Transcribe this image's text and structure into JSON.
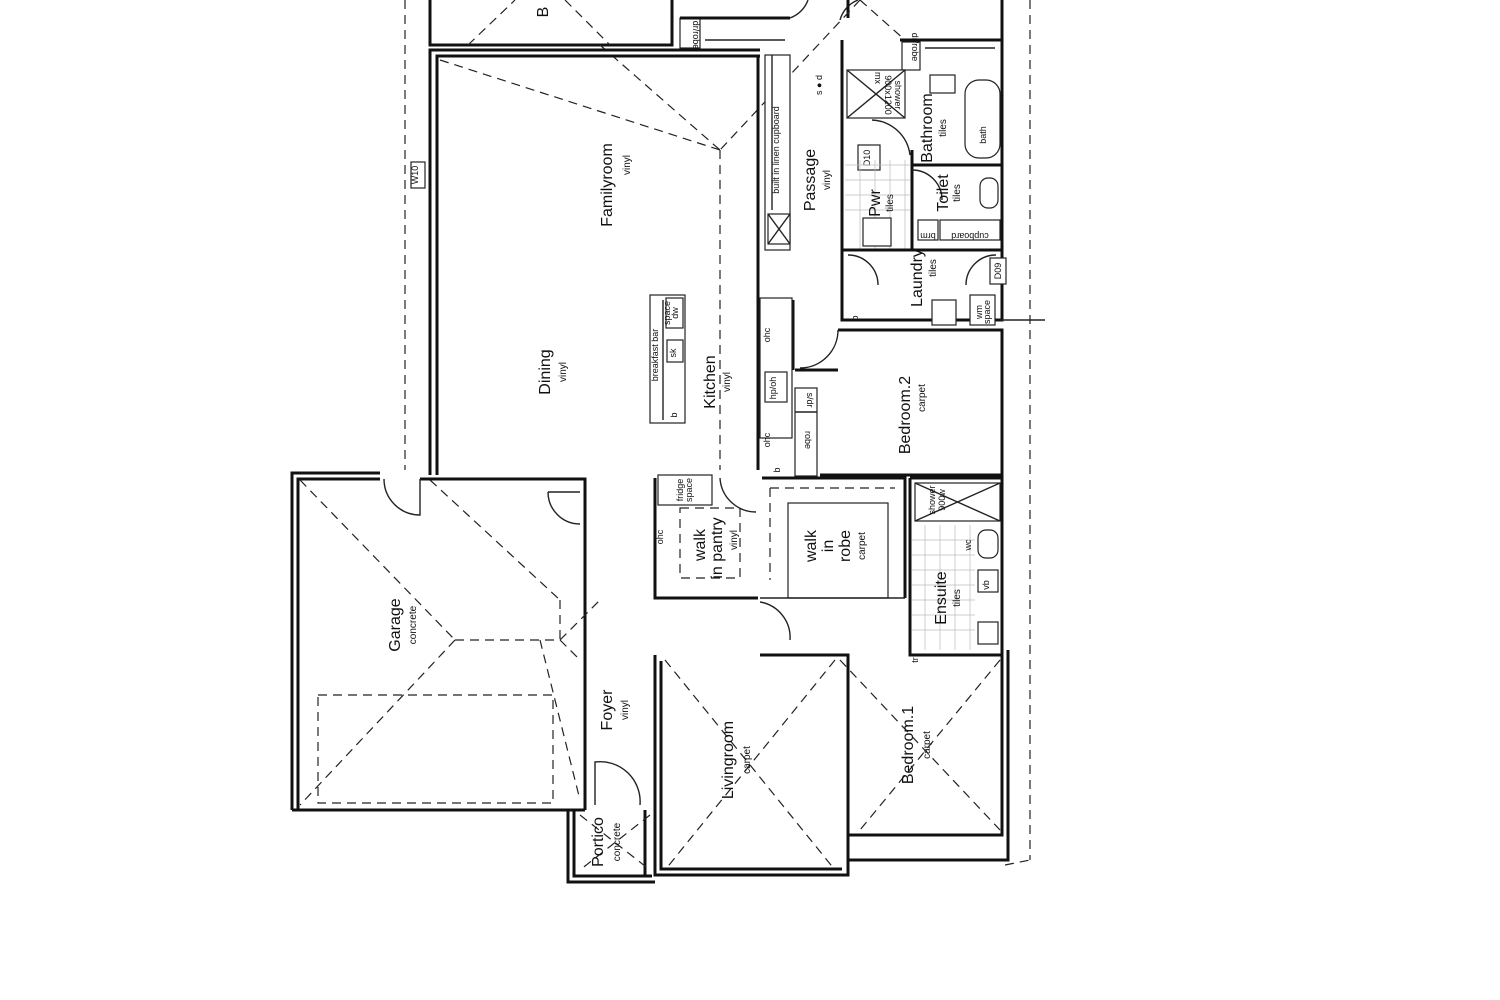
{
  "rooms": {
    "familyroom": {
      "name": "Familyroom",
      "finish": "vinyl"
    },
    "dining": {
      "name": "Dining",
      "finish": "vinyl"
    },
    "kitchen": {
      "name": "Kitchen",
      "finish": "vinyl"
    },
    "passage": {
      "name": "Passage",
      "finish": "vinyl"
    },
    "bathroom": {
      "name": "Bathroom",
      "finish": "tiles"
    },
    "toilet": {
      "name": "Toilet",
      "finish": "tiles"
    },
    "pwr": {
      "name": "Pwr",
      "finish": "tiles"
    },
    "laundry": {
      "name": "Laundry",
      "finish": "tiles"
    },
    "bedroom2": {
      "name": "Bedroom.2",
      "finish": "carpet"
    },
    "garage": {
      "name": "Garage",
      "finish": "concrete"
    },
    "pantry": {
      "name": "walk\nin pantry",
      "finish": "vinyl"
    },
    "robe": {
      "name": "walk\nin\nrobe",
      "finish": "carpet"
    },
    "ensuite": {
      "name": "Ensuite",
      "finish": "tiles"
    },
    "foyer": {
      "name": "Foyer",
      "finish": "vinyl"
    },
    "livingroom": {
      "name": "Livingroom",
      "finish": "carpet"
    },
    "bedroom1": {
      "name": "Bedroom.1",
      "finish": "carpet"
    },
    "portico": {
      "name": "Portico",
      "finish": "concrete"
    },
    "top_cut": {
      "name": "B"
    }
  },
  "labels": {
    "window_tag": "W10",
    "linen": "built in linen cupboard",
    "drrobe": "dr/robe",
    "drrobe2": "dr/robe",
    "shower_bath": "shower",
    "shower_bath_size": "900x1200",
    "mx": "mx",
    "bath": "bath",
    "cupboard": "cupboard",
    "brm": "brm",
    "d09": "D09",
    "d10": "D10",
    "wm": "wm",
    "wm_space": "space",
    "fridge": "fridge",
    "fridge_space": "space",
    "dw": "dw",
    "dw_space": "space",
    "breakfast": "breakfast bar",
    "sk": "sk",
    "b": "b",
    "ohc": "ohc",
    "ohc2": "ohc",
    "ohc3": "ohc",
    "hp": "hp/oh",
    "robe": "robe",
    "sdr": "s/dr",
    "shower_ens": "shower",
    "shower_ens_size": "900w",
    "wc": "wc",
    "vb": "vb",
    "tr": "tr",
    "sod": "s ● d"
  }
}
